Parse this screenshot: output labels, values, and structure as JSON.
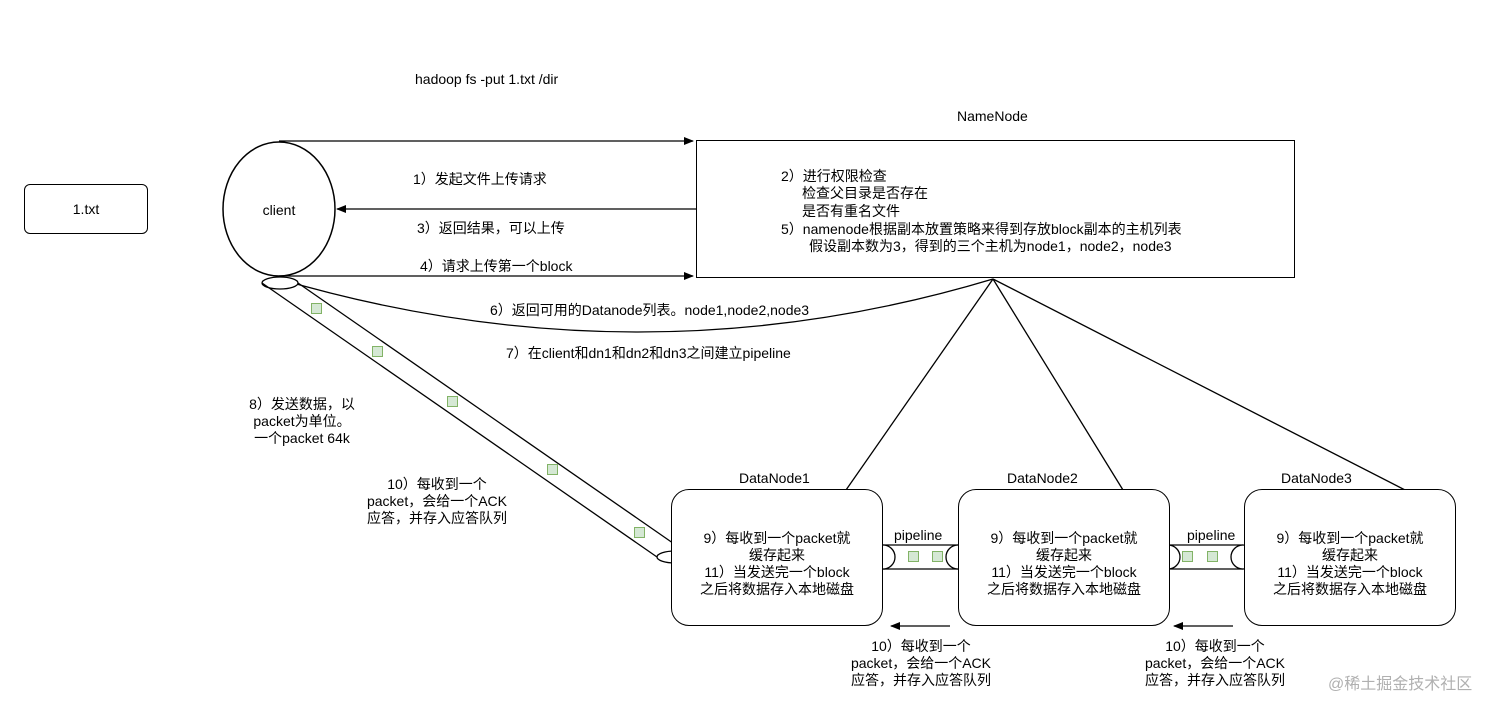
{
  "command": "hadoop fs -put 1.txt /dir",
  "file_box": {
    "label": "1.txt"
  },
  "client": {
    "label": "client"
  },
  "namenode": {
    "title": "NameNode",
    "lines": [
      "2）进行权限检查",
      "检查父目录是否存在",
      "是否有重名文件",
      "5）namenode根据副本放置策略来得到存放block副本的主机列表",
      "假设副本数为3，得到的三个主机为node1，node2，node3"
    ]
  },
  "messages": {
    "m1": "1）发起文件上传请求",
    "m3": "3）返回结果，可以上传",
    "m4": "4）请求上传第一个block",
    "m6": "6）返回可用的Datanode列表。node1,node2,node3",
    "m7": "7）在client和dn1和dn2和dn3之间建立pipeline",
    "m8": "8）发送数据，以\npacket为单位。\n一个packet 64k",
    "m10_client": "10）每收到一个\npacket，会给一个ACK\n应答，并存入应答队列"
  },
  "datanodes": [
    {
      "title": "DataNode1",
      "body": "9）每收到一个packet就\n缓存起来\n11）当发送完一个block\n之后将数据存入本地磁盘"
    },
    {
      "title": "DataNode2",
      "body": "9）每收到一个packet就\n缓存起来\n11）当发送完一个block\n之后将数据存入本地磁盘"
    },
    {
      "title": "DataNode3",
      "body": "9）每收到一个packet就\n缓存起来\n11）当发送完一个block\n之后将数据存入本地磁盘"
    }
  ],
  "pipeline_labels": [
    "pipeline",
    "pipeline"
  ],
  "ack_labels": [
    "10）每收到一个\npacket，会给一个ACK\n应答，并存入应答队列",
    "10）每收到一个\npacket，会给一个ACK\n应答，并存入应答队列"
  ],
  "watermark": "@稀土掘金技术社区",
  "colors": {
    "packet_fill": "#d5e8d4",
    "packet_border": "#82b366",
    "line": "#000000"
  }
}
